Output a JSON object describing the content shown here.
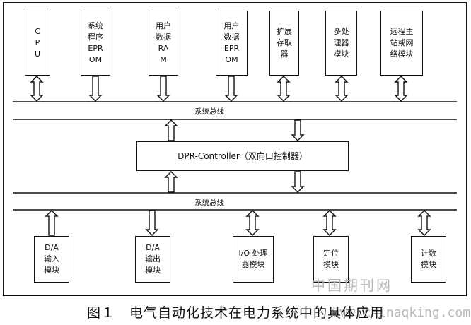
{
  "top_modules": [
    {
      "id": "cpu",
      "text": "C\nP\nU"
    },
    {
      "id": "sys-eprom",
      "text": "系统\n程序\nEPR\nOM"
    },
    {
      "id": "user-ram",
      "text": "用户\n数据\nRA\nM"
    },
    {
      "id": "user-eprom",
      "text": "用户\n数据\nEPR\nOM"
    },
    {
      "id": "ext-mem",
      "text": "扩展\n存取\n器"
    },
    {
      "id": "multi-proc",
      "text": "多处\n理器\n模块"
    },
    {
      "id": "remote",
      "text": "远程主\n站或网\n络模块"
    }
  ],
  "bus_top_label": "系统总线",
  "controller_label": "DPR-Controller（双向口控制器）",
  "bus_bottom_label": "系统总线",
  "bottom_modules": [
    {
      "id": "da-in",
      "text": "D/A\n输入\n模块"
    },
    {
      "id": "da-out",
      "text": "D/A\n输出\n模块"
    },
    {
      "id": "io-proc",
      "text": "I/O 处理\n器模块"
    },
    {
      "id": "position",
      "text": "定位\n模块"
    },
    {
      "id": "counter",
      "text": "计数\n模块"
    }
  ],
  "caption": "图１　电气自动化技术在电力系统中的具体应用",
  "watermark": "中国期刊网",
  "watermark_url": "www.chinaqking.com"
}
